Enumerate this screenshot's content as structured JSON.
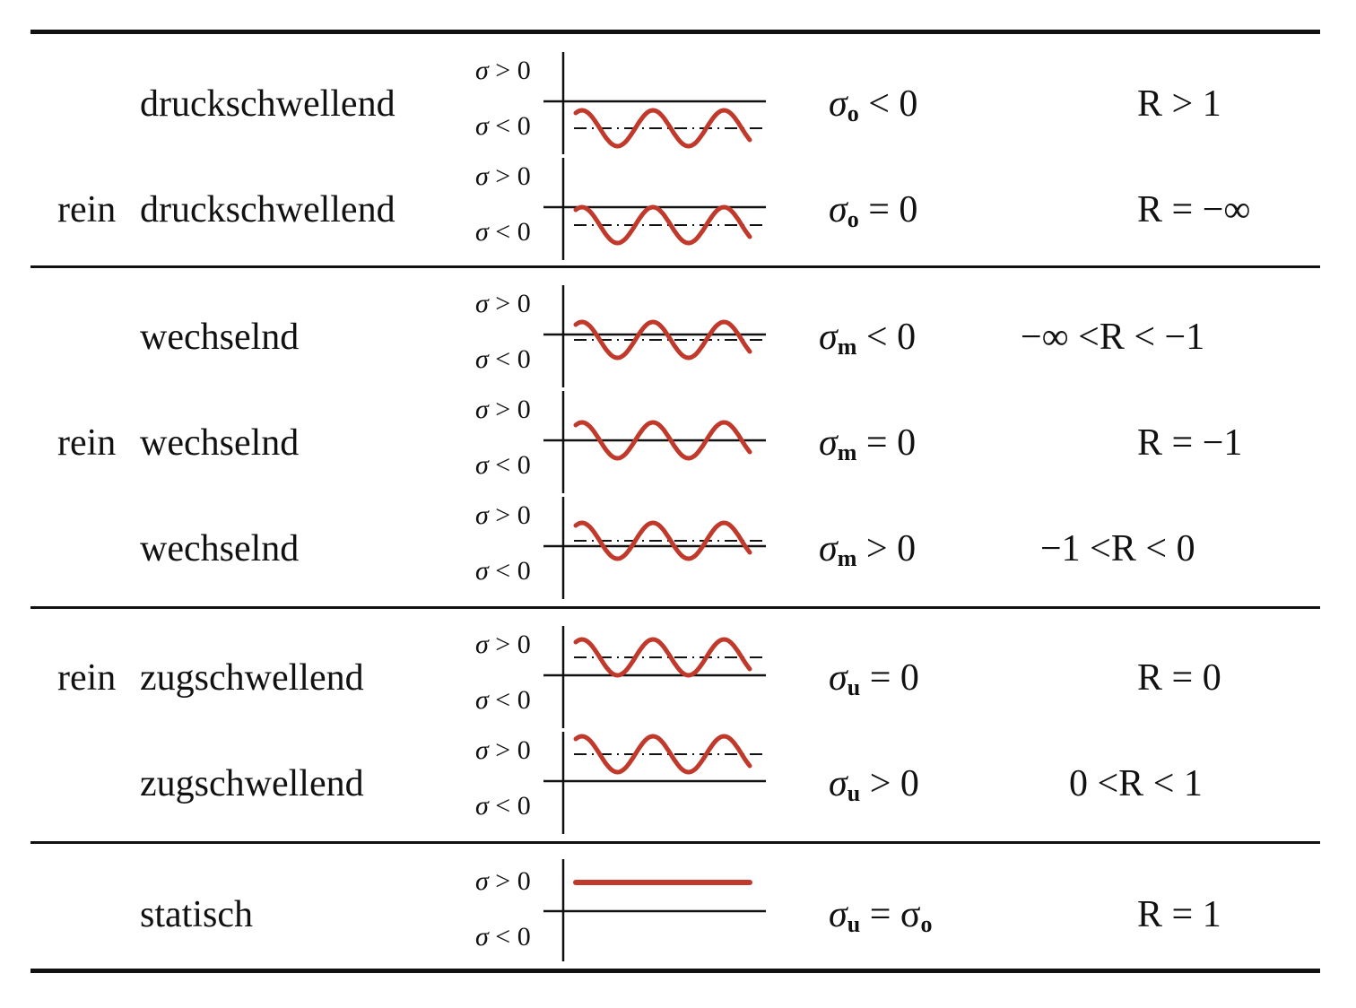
{
  "rows": [
    {
      "id": "druckschwellend",
      "prefix": "",
      "label": "druckschwellend",
      "cond_sym": "σ",
      "cond_sub": "o",
      "cond_rel": " < 0",
      "ratio": "R > 1",
      "mean": -1.5,
      "axis_labels": [
        "σ > 0",
        "σ < 0"
      ],
      "wave": true
    },
    {
      "id": "rein-druckschwellend",
      "prefix": "rein",
      "label": "druckschwellend",
      "cond_sym": "σ",
      "cond_sub": "o",
      "cond_rel": " = 0",
      "ratio": "R = −∞",
      "mean": -1,
      "axis_labels": [
        "σ > 0",
        "σ < 0"
      ],
      "wave": true
    },
    {
      "id": "wechselnd-neg",
      "prefix": "",
      "label": "wechselnd",
      "cond_sym": "σ",
      "cond_sub": "m",
      "cond_rel": " < 0",
      "ratio": "−∞ <R < −1",
      "mean": -0.3,
      "axis_labels": [
        "σ > 0",
        "σ < 0"
      ],
      "wave": true
    },
    {
      "id": "rein-wechselnd",
      "prefix": "rein",
      "label": "wechselnd",
      "cond_sym": "σ",
      "cond_sub": "m",
      "cond_rel": " = 0",
      "ratio": "R = −1",
      "mean": 0,
      "axis_labels": [
        "σ > 0",
        "σ < 0"
      ],
      "wave": true
    },
    {
      "id": "wechselnd-pos",
      "prefix": "",
      "label": "wechselnd",
      "cond_sym": "σ",
      "cond_sub": "m",
      "cond_rel": " > 0",
      "ratio": "−1 <R < 0",
      "mean": 0.3,
      "axis_labels": [
        "σ > 0",
        "σ < 0"
      ],
      "wave": true
    },
    {
      "id": "rein-zugschwellend",
      "prefix": "rein",
      "label": "zugschwellend",
      "cond_sym": "σ",
      "cond_sub": "u",
      "cond_rel": " = 0",
      "ratio": "R = 0",
      "mean": 1,
      "axis_labels": [
        "σ > 0",
        "σ < 0"
      ],
      "wave": true
    },
    {
      "id": "zugschwellend",
      "prefix": "",
      "label": "zugschwellend",
      "cond_sym": "σ",
      "cond_sub": "u",
      "cond_rel": " > 0",
      "ratio": "0 <R < 1",
      "mean": 1.5,
      "axis_labels": [
        "σ > 0",
        "σ < 0"
      ],
      "wave": true
    },
    {
      "id": "statisch",
      "prefix": "",
      "label": "statisch",
      "cond_sym": "σ",
      "cond_sub": "u",
      "cond_rel": " = σ",
      "cond_sub2": "o",
      "ratio": "R = 1",
      "mean": 1.8,
      "axis_labels": [
        "σ > 0",
        "σ < 0"
      ],
      "wave": false
    }
  ],
  "colors": {
    "wave": "#c0392b",
    "axis": "#111111"
  }
}
